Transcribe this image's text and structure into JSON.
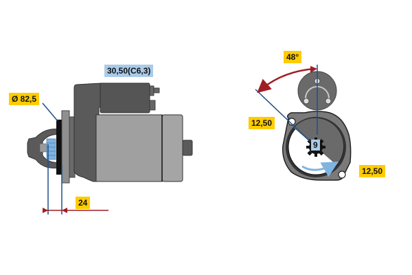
{
  "colors": {
    "label_yellow": "#ffcc00",
    "label_blue": "#a9cbe8",
    "dimension_line": "#1f4e8c",
    "arc_arrow": "#a11d24",
    "body_dark": "#5a5a5a",
    "body_mid": "#8f8f8f",
    "body_light": "#a5a5a5"
  },
  "side_view": {
    "flange_diameter_label": "Ø 82,5",
    "terminal_label": "30,50(C6,3)",
    "offset_dimension_label": "24"
  },
  "front_view": {
    "angle_label": "48°",
    "bolt_hole_label_left": "12,50",
    "bolt_hole_label_right": "12,50",
    "pinion_teeth_label": "9"
  }
}
